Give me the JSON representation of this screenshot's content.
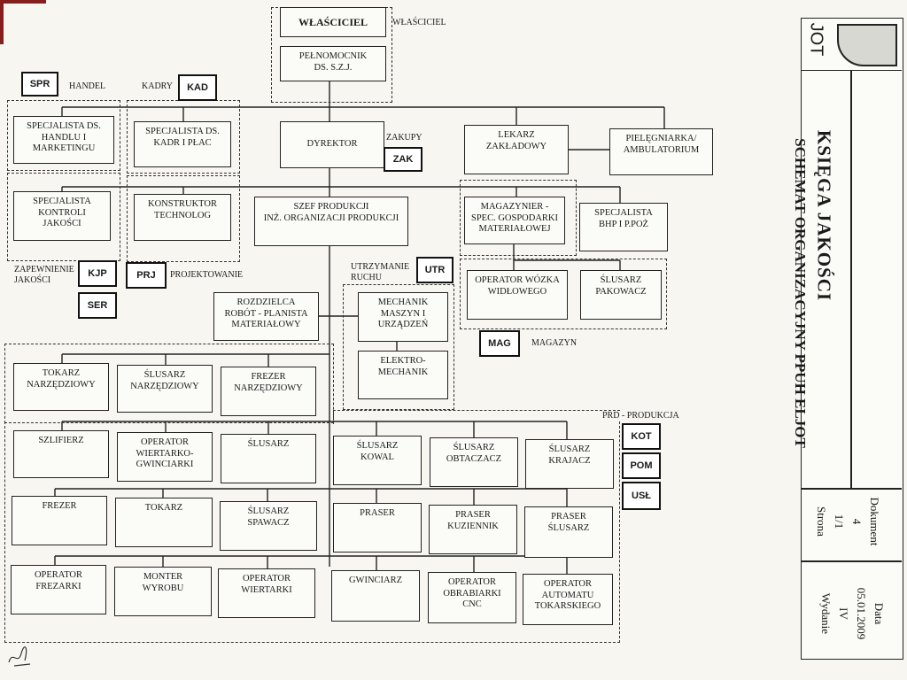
{
  "owner": {
    "box": "WŁAŚCICIEL",
    "label": "WŁAŚCICIEL"
  },
  "plenipotentiary": "PEŁNOMOCNIK\nDS. S.Z.J.",
  "codes": {
    "spr": "SPR",
    "kad": "KAD",
    "zak": "ZAK",
    "kjp": "KJP",
    "prj": "PRJ",
    "ser": "SER",
    "utr": "UTR",
    "mag": "MAG",
    "kot": "KOT",
    "pom": "POM",
    "usl": "USŁ"
  },
  "labels": {
    "handel": "HANDEL",
    "kadry": "KADRY",
    "zakupy": "ZAKUPY",
    "zapewnienie": "ZAPEWNIENIE\nJAKOŚCI",
    "projektowanie": "PROJEKTOWANIE",
    "utrzymanie": "UTRZYMANIE\nRUCHU",
    "magazyn": "MAGAZYN",
    "produkcja": "PRD - PRODUKCJA"
  },
  "boxes": {
    "spec_handlu": "SPECJALISTA DS.\nHANDLU I\nMARKETINGU",
    "spec_kadr": "SPECJALISTA DS.\nKADR I PŁAC",
    "dyrektor": "DYREKTOR",
    "lekarz": "LEKARZ\nZAKŁADOWY",
    "pielegniarka": "PIELĘGNIARKA/\nAMBULATORIUM",
    "spec_jakosci": "SPECJALISTA\nKONTROLI\nJAKOŚCI",
    "konstruktor": "KONSTRUKTOR\nTECHNOLOG",
    "szef_produkcji": "SZEF PRODUKCJI\nINŻ. ORGANIZACJI PRODUKCJI",
    "magazynier": "MAGAZYNIER -\nSPEC. GOSPODARKI\nMATERIAŁOWEJ",
    "spec_bhp": "SPECJALISTA\nBHP I P.POŻ",
    "operator_wozka": "OPERATOR WÓZKA\nWIDŁOWEGO",
    "slusarz_pakowacz": "ŚLUSARZ\nPAKOWACZ",
    "rozdzielca": "ROZDZIELCA\nROBÓT - PLANISTA\nMATERIAŁOWY",
    "mechanik": "MECHANIK\nMASZYN I\nURZĄDZEŃ",
    "elektromechanik": "ELEKTRO-\nMECHANIK",
    "tokarz_narz": "TOKARZ\nNARZĘDZIOWY",
    "slusarz_narz": "ŚLUSARZ\nNARZĘDZIOWY",
    "frezer_narz": "FREZER\nNARZĘDZIOWY",
    "szlifierz": "SZLIFIERZ",
    "operator_wiertarko": "OPERATOR\nWIERTARKO-\nGWINCIARKI",
    "slusarz": "ŚLUSARZ",
    "slusarz_kowal": "ŚLUSARZ\nKOWAL",
    "slusarz_obtaczacz": "ŚLUSARZ\nOBTACZACZ",
    "slusarz_krajacz": "ŚLUSARZ\nKRAJACZ",
    "frezer": "FREZER",
    "tokarz": "TOKARZ",
    "slusarz_spawacz": "ŚLUSARZ\nSPAWACZ",
    "praser": "PRASER",
    "praser_kuziennik": "PRASER\nKUZIENNIK",
    "praser_slusarz": "PRASER\nŚLUSARZ",
    "operator_frezarki": "OPERATOR\nFREZARKI",
    "monter": "MONTER\nWYROBU",
    "operator_wiertarki": "OPERATOR\nWIERTARKI",
    "gwinciarz": "GWINCIARZ",
    "operator_cnc": "OPERATOR\nOBRABIARKI\nCNC",
    "operator_automatu": "OPERATOR\nAUTOMATU\nTOKARSKIEGO"
  },
  "panel": {
    "logo": "JOT",
    "book": "KSIĘGA JAKOŚCI",
    "schema": "SCHEMAT ORGANIZACYJNY PPUH ELJOT",
    "doc_label": "Dokument",
    "doc_value": "4",
    "date_label": "Data",
    "date_value": "05.01.2009",
    "page_value": "1/1",
    "page_label": "Strona",
    "edition_value": "IV",
    "edition_label": "Wydanie"
  }
}
